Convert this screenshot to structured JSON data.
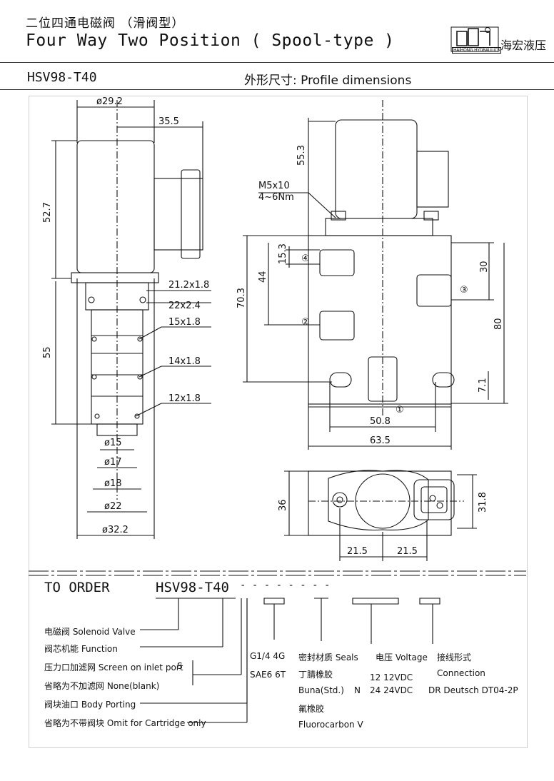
{
  "header": {
    "title_cn": "二位四通电磁阀 （滑阀型）",
    "title_en": "Four Way Two Position ( Spool-type )",
    "brand_en": "HAIHONG HYDRAULICS",
    "brand_cn": "海宏液压"
  },
  "subheader": {
    "model": "HSV98-T40",
    "profile_label": "外形尺寸:  Profile dimensions"
  },
  "dims": {
    "d29_2": "ø29.2",
    "d35_5": "35.5",
    "d52_7": "52.7",
    "d55": "55",
    "o21": "21.2x1.8",
    "o22": "22x2.4",
    "o15": "15x1.8",
    "o14": "14x1.8",
    "o12": "12x1.8",
    "d15": "ø15",
    "d17": "ø17",
    "d18": "ø18",
    "d22": "ø22",
    "d32_2": "ø32.2",
    "d55_3": "55.3",
    "m5": "M5x10",
    "nm": "4~6Nm",
    "d15_3": "15.3",
    "d44": "44",
    "d70_3": "70.3",
    "d30": "30",
    "d80": "80",
    "d7_1": "7.1",
    "d50_8": "50.8",
    "d63_5": "63.5",
    "d36": "36",
    "d31_8": "31.8",
    "d21_5a": "21.5",
    "d21_5b": "21.5",
    "p1": "①",
    "p2": "②",
    "p3": "③",
    "p4": "④"
  },
  "order": {
    "title": "TO ORDER",
    "code": "HSV98-T40",
    "dashes": "-  -   -  -   -  -   -   -",
    "labels": [
      "电磁阀 Solenoid Valve",
      "阀芯机能 Function",
      "压力口加滤网 Screen on inlet port",
      "省略为不加滤网 None(blank)",
      "阀块油口 Body Porting",
      "省略为不带阀块 Omit for Cartridge only"
    ],
    "screen_code": "S",
    "porting": [
      "G1/4  4G",
      "SAE6  6T"
    ],
    "seals_title": "密封材质 Seals",
    "seals_cn1": "丁腈橡胶",
    "seals_buna": "Buna(Std.)",
    "seals_n": "N",
    "seals_cn2": "氟橡胶",
    "seals_fluoro": "Fluorocarbon   V",
    "voltage_title": "电压 Voltage",
    "voltage_12": "12   12VDC",
    "voltage_24": "24   24VDC",
    "conn_title": "接线形式",
    "conn_en": "Connection",
    "conn_dr": "DR  Deutsch DT04-2P"
  }
}
